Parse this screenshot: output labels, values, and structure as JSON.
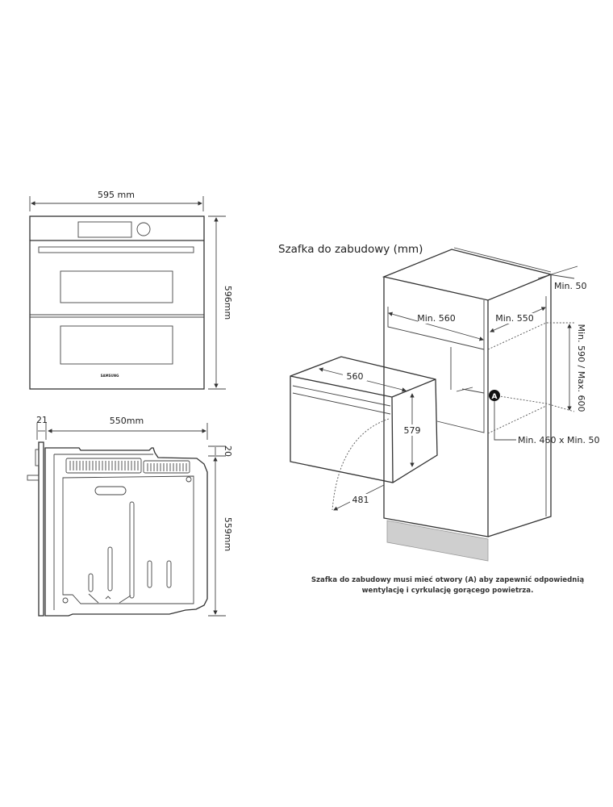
{
  "front_view": {
    "width_label": "595 mm",
    "height_label": "596mm",
    "brand": "SAMSUNG"
  },
  "side_view": {
    "door_label": "21",
    "depth_label": "550mm",
    "top_gap_label": "20",
    "height_label": "559mm"
  },
  "cabinet": {
    "title": "Szafka do zabudowy (mm)",
    "oven_width": "560",
    "oven_height": "579",
    "door_depth": "481",
    "min_width": "Min. 560",
    "min_depth": "Min. 550",
    "min_back_gap": "Min. 50",
    "height_range": "Min. 590 / Max. 600",
    "vent_marker": "A",
    "vent_size": "Min. 460 x Min. 50",
    "caption_line1": "Szafka do zabudowy musi mieć otwory (A) aby zapewnić odpowiednią",
    "caption_line2": "wentylację i cyrkulację gorącego powietrza."
  }
}
